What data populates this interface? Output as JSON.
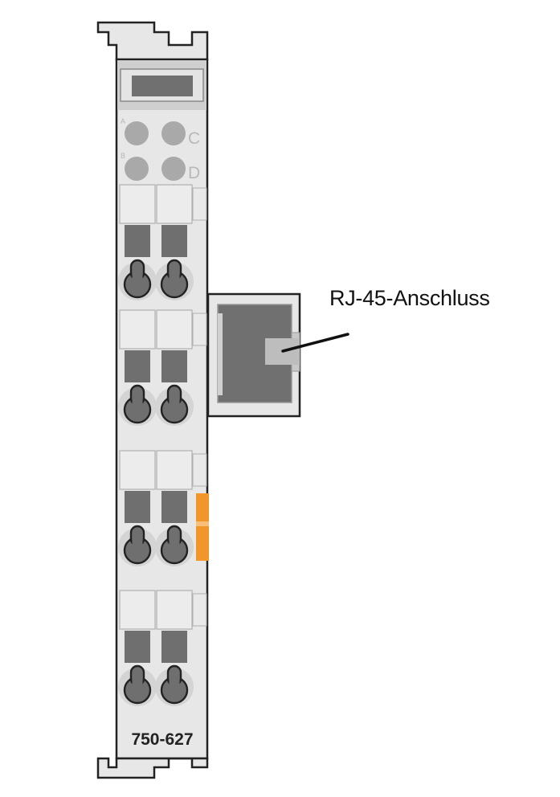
{
  "module": {
    "part_number": "750-627",
    "led_letters": [
      "A",
      "B",
      "C",
      "D"
    ],
    "status_indicator_color": "#f0962a"
  },
  "callouts": [
    {
      "label": "RJ-45-Anschluss",
      "target": "rj45-port"
    }
  ],
  "colors": {
    "housing": "#e7e7e7",
    "outline": "#222222",
    "dark_gray": "#6f6f6f",
    "mid_gray": "#a9a9a9",
    "header_gray": "#cfcfcf"
  }
}
